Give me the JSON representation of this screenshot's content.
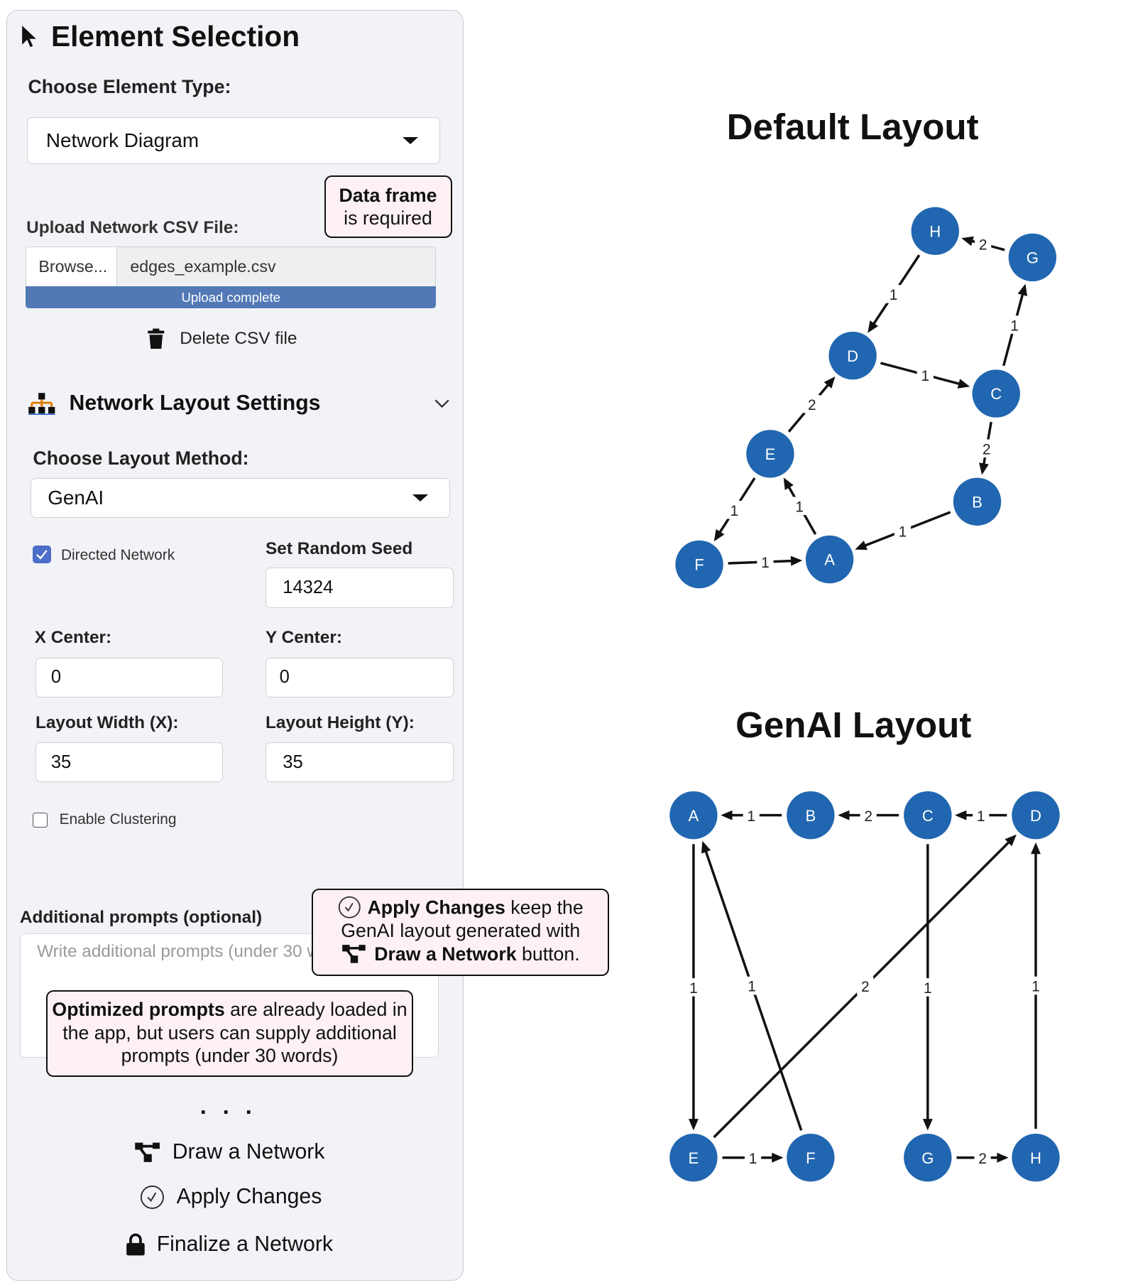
{
  "sidebar": {
    "title": "Element Selection",
    "element_type_label": "Choose Element Type:",
    "element_type_value": "Network Diagram",
    "data_tooltip_bold": "Data frame",
    "data_tooltip_rest": "is required",
    "upload_label": "Upload Network CSV File:",
    "browse_label": "Browse...",
    "file_name": "edges_example.csv",
    "upload_status": "Upload complete",
    "upload_progress": 1.0,
    "delete_label": "Delete CSV file",
    "layout_settings_title": "Network Layout Settings",
    "layout_method_label": "Choose Layout Method:",
    "layout_method_value": "GenAI",
    "directed_label": "Directed Network",
    "directed_checked": true,
    "seed_label": "Set Random Seed",
    "seed_value": "14324",
    "x_center_label": "X Center:",
    "x_center_value": "0",
    "y_center_label": "Y Center:",
    "y_center_value": "0",
    "width_label": "Layout Width (X):",
    "width_value": "35",
    "height_label": "Layout Height (Y):",
    "height_value": "35",
    "clustering_label": "Enable Clustering",
    "clustering_checked": false,
    "prompts_label": "Additional prompts (optional)",
    "prompts_placeholder": "Write additional prompts (under 30 words)",
    "prompts_tooltip_bold": "Optimized prompts",
    "prompts_tooltip_rest": " are already loaded in the app, but users can supply additional prompts (under 30 words)",
    "ellipsis": ". . .",
    "draw_label": "Draw a Network",
    "apply_label": "Apply Changes",
    "finalize_label": "Finalize a Network"
  },
  "apply_tooltip": {
    "bold1": "Apply Changes",
    "text1": " keep the",
    "text2": "GenAI layout generated with",
    "bold2": "Draw a Network",
    "text3": " button."
  },
  "graphs": {
    "node_color": "#2166b0",
    "default_title": "Default Layout",
    "genai_title": "GenAI Layout",
    "nodes": [
      "A",
      "B",
      "C",
      "D",
      "E",
      "F",
      "G",
      "H"
    ],
    "edges": [
      {
        "from": "G",
        "to": "H",
        "weight": "2"
      },
      {
        "from": "H",
        "to": "D",
        "weight": "1"
      },
      {
        "from": "D",
        "to": "C",
        "weight": "1"
      },
      {
        "from": "C",
        "to": "G",
        "weight": "1"
      },
      {
        "from": "C",
        "to": "B",
        "weight": "2"
      },
      {
        "from": "E",
        "to": "D",
        "weight": "2"
      },
      {
        "from": "A",
        "to": "E",
        "weight": "1"
      },
      {
        "from": "E",
        "to": "F",
        "weight": "1"
      },
      {
        "from": "F",
        "to": "A",
        "weight": "1"
      },
      {
        "from": "B",
        "to": "A",
        "weight": "1"
      }
    ]
  }
}
